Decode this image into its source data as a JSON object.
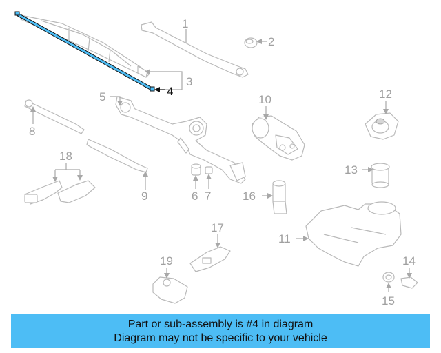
{
  "diagram": {
    "callouts": {
      "c1": "1",
      "c2": "2",
      "c3": "3",
      "c4": "4",
      "c5": "5",
      "c6": "6",
      "c7": "7",
      "c8": "8",
      "c9": "9",
      "c10": "10",
      "c11": "11",
      "c12": "12",
      "c13": "13",
      "c14": "14",
      "c15": "15",
      "c16": "16",
      "c17": "17",
      "c18": "18",
      "c19": "19"
    },
    "highlighted_callout": "4",
    "highlight_color": "#4dbdf5"
  },
  "caption": {
    "line1": "Part or sub-assembly is #4 in diagram",
    "line2": "Diagram may not be specific to your vehicle",
    "background": "#4dbdf5"
  }
}
